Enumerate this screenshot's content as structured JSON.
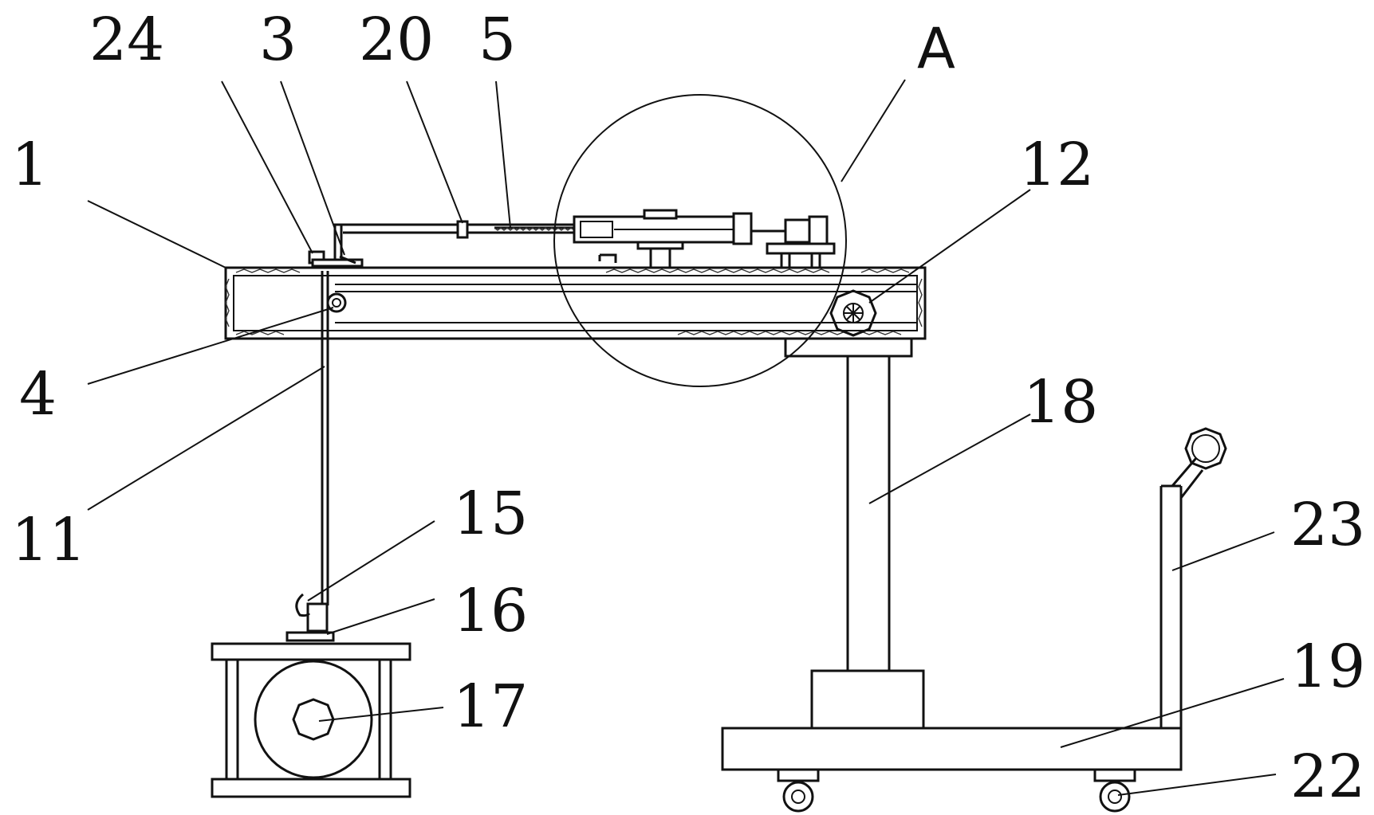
{
  "figure": {
    "labels": {
      "l1": "1",
      "l3": "3",
      "l4": "4",
      "l5": "5",
      "l11": "11",
      "l12": "12",
      "l15": "15",
      "l16": "16",
      "l17": "17",
      "l18": "18",
      "l19": "19",
      "l20": "20",
      "l22": "22",
      "l23": "23",
      "l24": "24",
      "lA": "A"
    }
  }
}
